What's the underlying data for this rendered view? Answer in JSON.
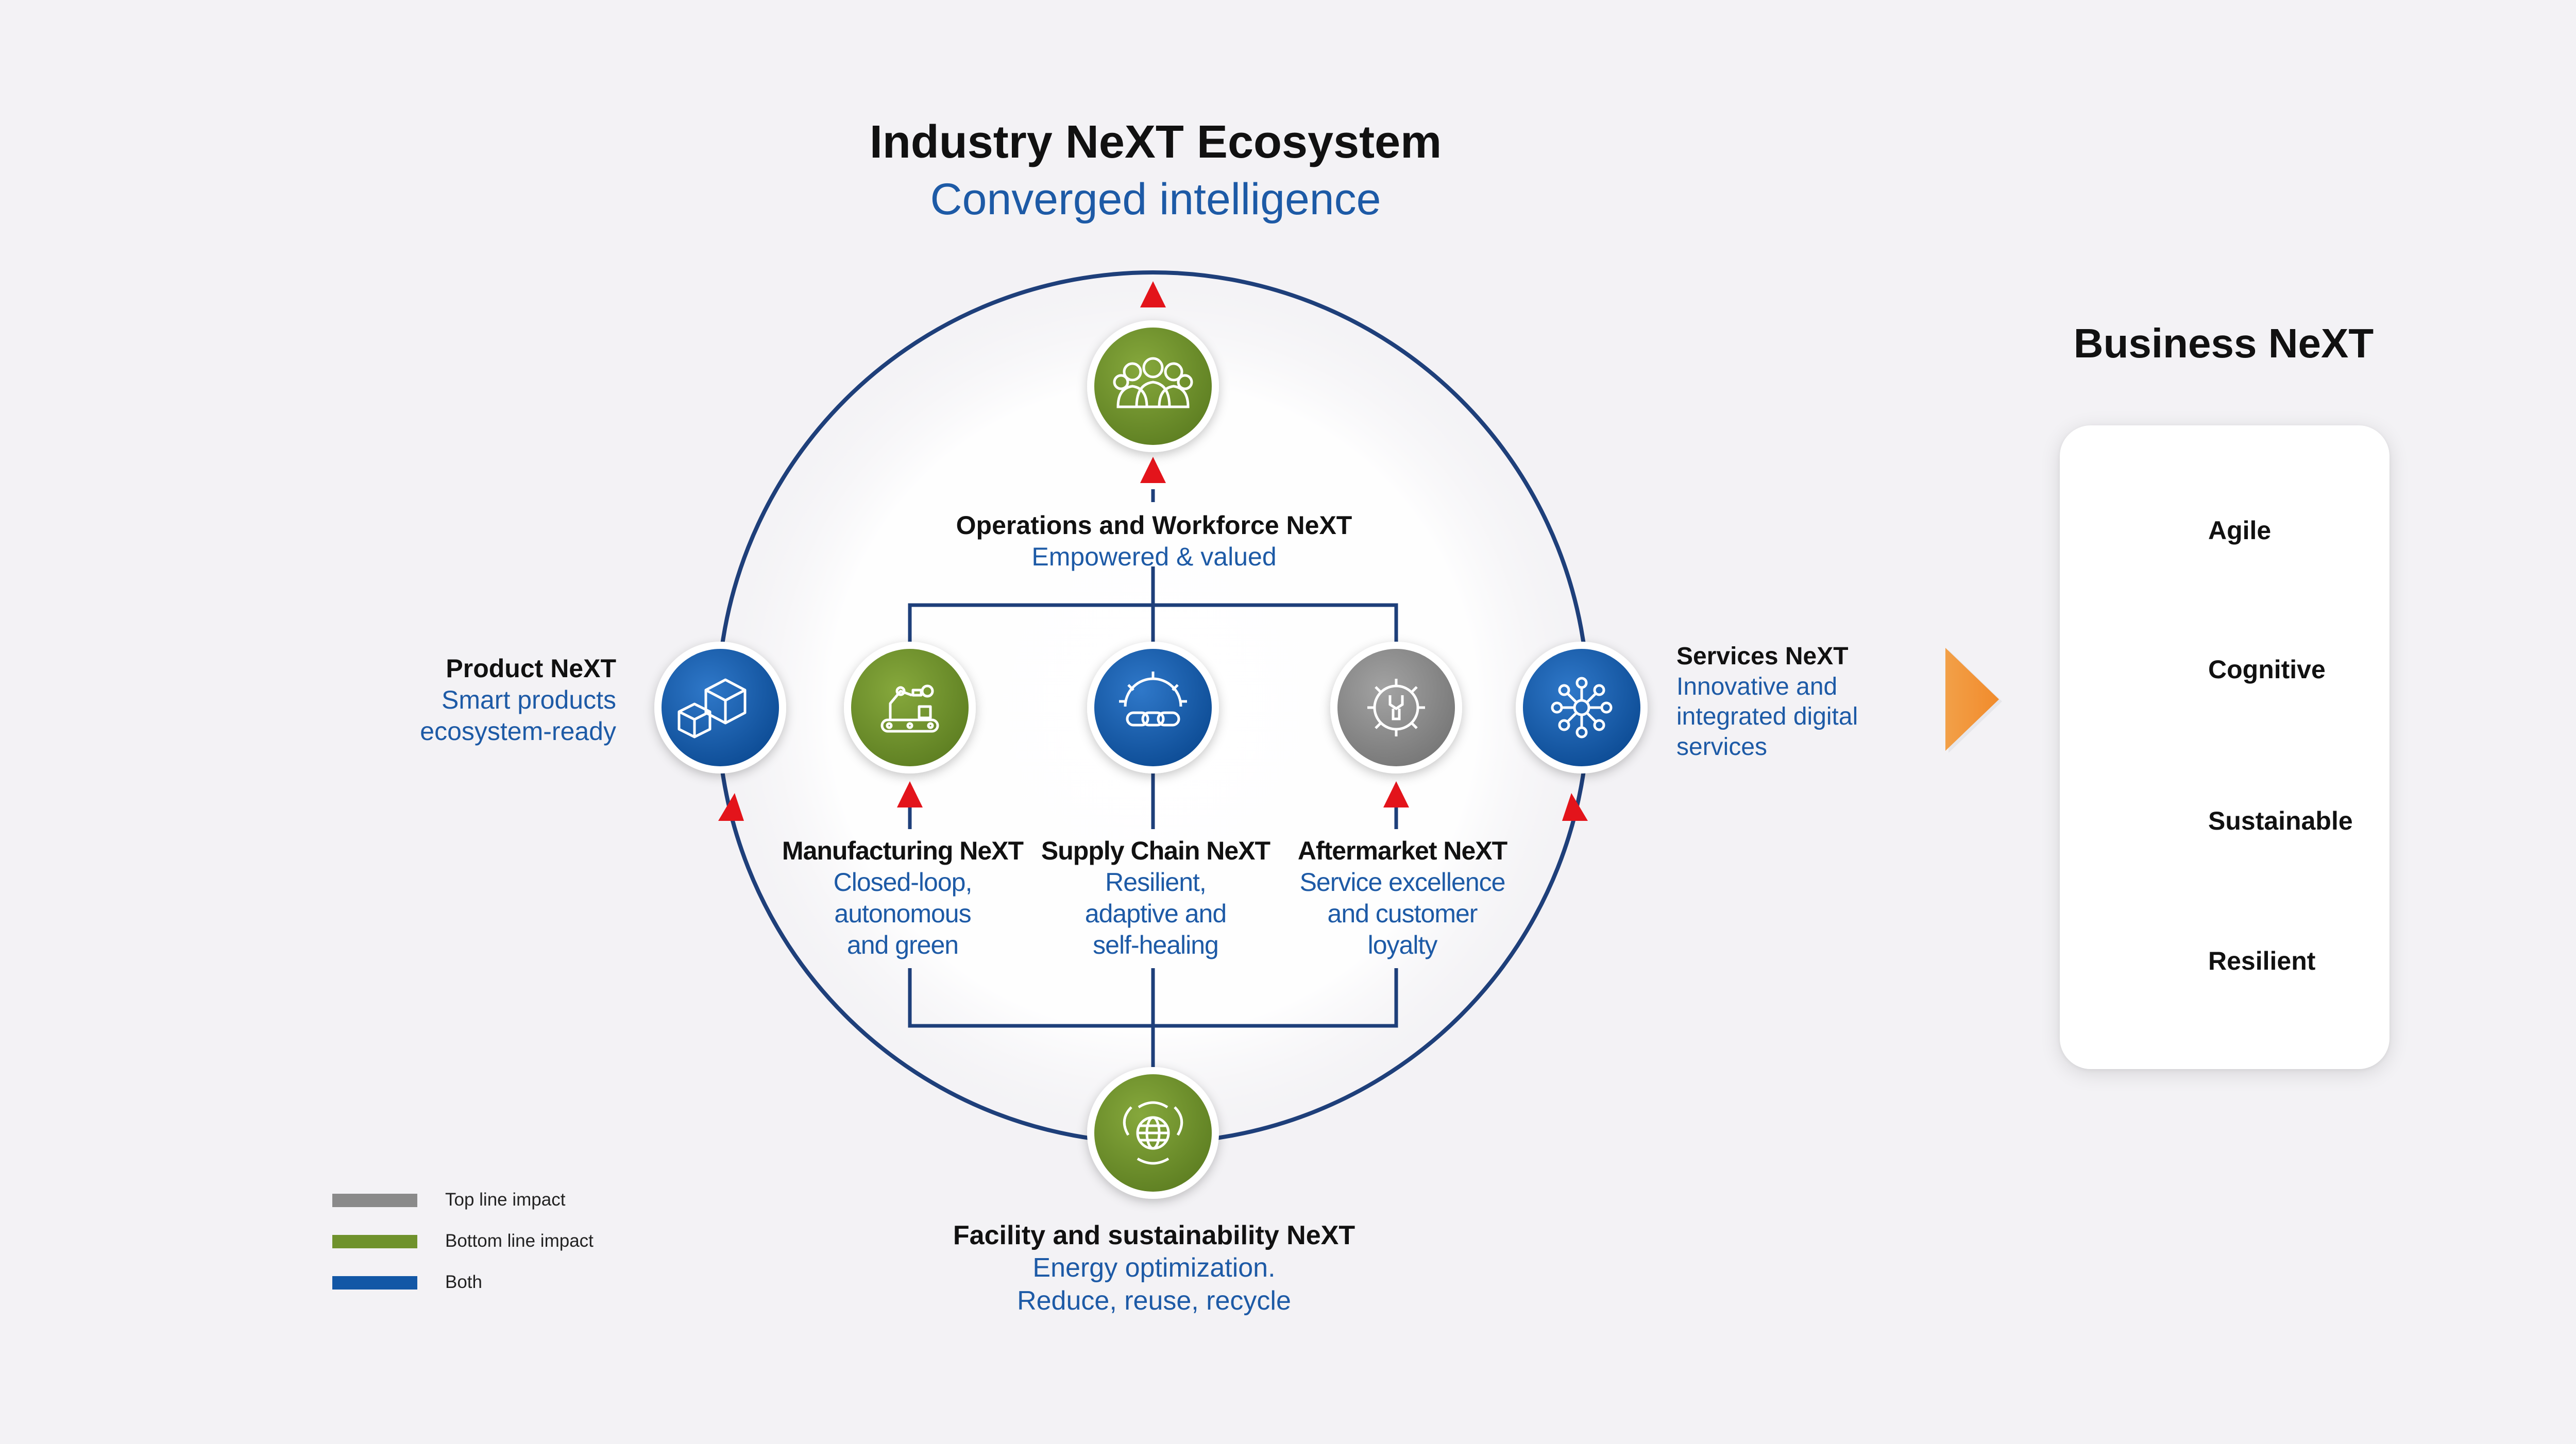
{
  "title": "Industry NeXT Ecosystem",
  "subtitle": "Converged intelligence",
  "nodes": {
    "operations": {
      "title": "Operations and Workforce NeXT",
      "desc": "Empowered & valued",
      "icon": "people-group-icon",
      "color": "#6f922c"
    },
    "product": {
      "title": "Product NeXT",
      "desc": [
        "Smart products",
        "ecosystem-ready"
      ],
      "icon": "boxes-icon",
      "color": "#1257a6"
    },
    "manufacturing": {
      "title": "Manufacturing NeXT",
      "desc": [
        "Closed-loop,",
        "autonomous",
        "and green"
      ],
      "icon": "robot-arm-icon",
      "color": "#6f922c"
    },
    "supply_chain": {
      "title": "Supply Chain NeXT",
      "desc": [
        "Resilient,",
        "adaptive and",
        "self-healing"
      ],
      "icon": "gear-chain-icon",
      "color": "#1257a6"
    },
    "aftermarket": {
      "title": "Aftermarket NeXT",
      "desc": [
        "Service excellence",
        "and customer",
        "loyalty"
      ],
      "icon": "gear-wrench-icon",
      "color": "#8a8a8a"
    },
    "services": {
      "title": "Services NeXT",
      "desc": [
        "Innovative and",
        "integrated digital",
        "services"
      ],
      "icon": "network-hub-icon",
      "color": "#1257a6"
    },
    "facility": {
      "title": "Facility and sustainability NeXT",
      "desc": [
        "Energy optimization.",
        "Reduce, reuse, recycle"
      ],
      "icon": "globe-leaves-icon",
      "color": "#6f922c"
    }
  },
  "business": {
    "title": "Business NeXT",
    "items": [
      {
        "label": "Agile",
        "icon": "gear-clock-icon"
      },
      {
        "label": "Cognitive",
        "icon": "head-brain-icon"
      },
      {
        "label": "Sustainable",
        "icon": "hands-globe-icon"
      },
      {
        "label": "Resilient",
        "icon": "pressure-layers-icon"
      }
    ]
  },
  "legend": [
    {
      "label": "Top line impact",
      "color": "#8a8a8a"
    },
    {
      "label": "Bottom line impact",
      "color": "#6f922c"
    },
    {
      "label": "Both",
      "color": "#1257a6"
    }
  ],
  "colors": {
    "ring": "#1e3f7a",
    "arrow": "#e3141b",
    "accent_orange": "#f39a3c",
    "text_blue": "#1d5aa6",
    "badge_navy": "#17407e"
  }
}
